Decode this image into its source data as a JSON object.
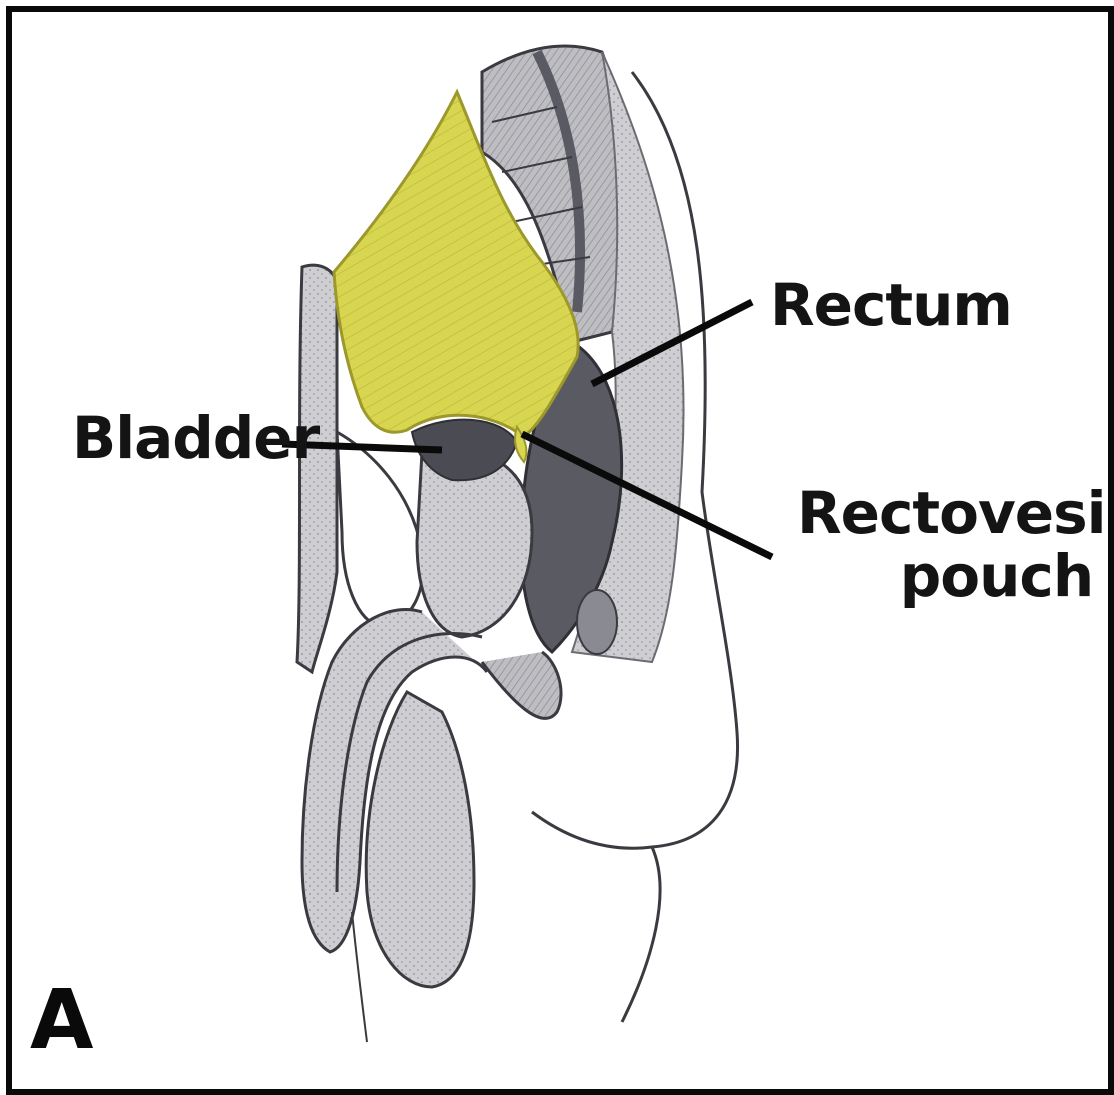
{
  "labels": {
    "rectum": "Rectum",
    "bladder": "Bladder",
    "pouch_line1": "Rectovesical",
    "pouch_line2": "pouch"
  },
  "panel_letter": "A",
  "colors": {
    "bladder_highlight": "#d8d650",
    "tissue": "#c9c9cc",
    "dark_tissue": "#5a5a63",
    "outline": "#3a3a40",
    "frame": "#0a0a0a"
  }
}
